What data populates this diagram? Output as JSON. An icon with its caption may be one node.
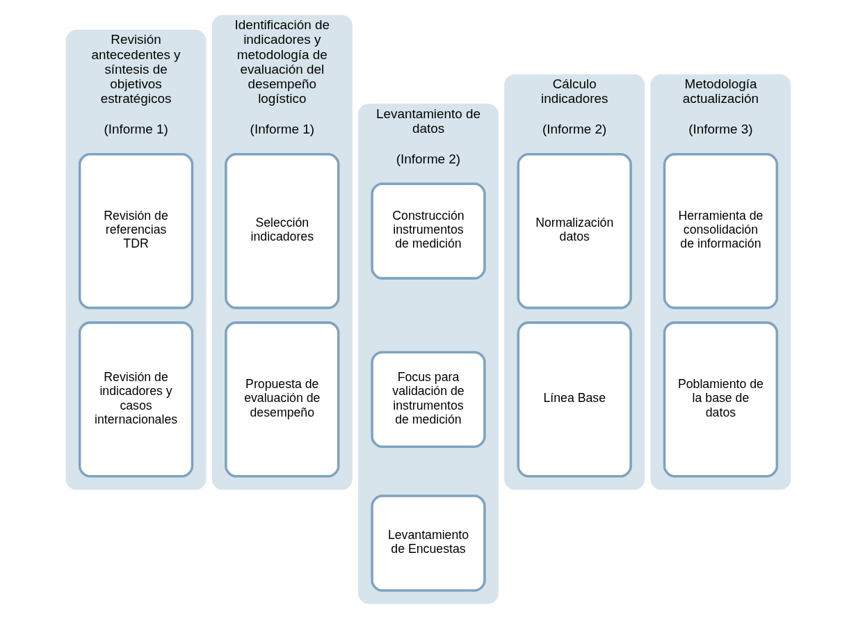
{
  "diagram": {
    "nodes": [
      {
        "text": [
          "Revisión antecedentes y síntesis de objetivos estratégicos",
          "(Informe 1)"
        ]
      },
      {
        "text": [
          "Revisión de referencias TDR"
        ],
        "in": 0
      },
      {
        "text": [
          "Revisión de indicadores y casos internacionales"
        ],
        "in": 0
      },
      {
        "text": [
          "Identificación de indicadores y metodología de evaluación del desempeño logístico",
          "(Informe 1)"
        ]
      },
      {
        "text": [
          "Selección indicadores"
        ],
        "in": 3
      },
      {
        "text": [
          "Propuesta de evaluación de desempeño"
        ],
        "in": 3
      },
      {
        "text": [
          "Levantamiento de datos",
          "(Informe 2)"
        ]
      },
      {
        "text": [
          "Construcción instrumentos de medición"
        ],
        "in": 6
      },
      {
        "text": [
          "Focus para validación de instrumentos de medición"
        ],
        "in": 6
      },
      {
        "text": [
          "Levantamiento de Encuestas"
        ],
        "in": 6
      },
      {
        "text": [
          "Cálculo indicadores",
          "(Informe 2)"
        ]
      },
      {
        "text": [
          "Normalización datos"
        ],
        "in": 10
      },
      {
        "text": [
          "Línea Base"
        ],
        "in": 10
      },
      {
        "text": [
          "Metodología actualización",
          "(Informe 3)"
        ]
      },
      {
        "text": [
          "Herramienta de consolidación de información"
        ],
        "in": 13
      },
      {
        "text": [
          "Poblamiento de la base de datos"
        ],
        "in": 13
      }
    ]
  }
}
